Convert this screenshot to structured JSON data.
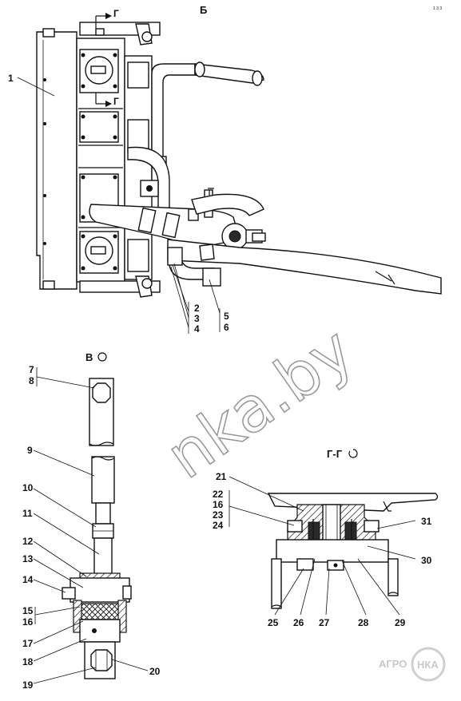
{
  "views": {
    "b": "Б",
    "v": "В",
    "g_section": "Г-Г",
    "g_mark_top": "Г",
    "g_mark_mid": "Г",
    "corner_note": "1 3 3"
  },
  "callouts": {
    "c1": "1",
    "c2": "2",
    "c3": "3",
    "c4": "4",
    "c5": "5",
    "c6": "6",
    "c7": "7",
    "c8": "8",
    "c9": "9",
    "c10": "10",
    "c11": "11",
    "c12": "12",
    "c13": "13",
    "c14": "14",
    "c15": "15",
    "c16": "16",
    "c17": "17",
    "c18": "18",
    "c19": "19",
    "c20": "20",
    "c21": "21",
    "c22": "22",
    "c16b": "16",
    "c23": "23",
    "c24": "24",
    "c25": "25",
    "c26": "26",
    "c27": "27",
    "c28": "28",
    "c29": "29",
    "c30": "30",
    "c31": "31"
  },
  "watermark": "nka.by",
  "logo": {
    "left": "АГРО",
    "right": "НКА"
  }
}
